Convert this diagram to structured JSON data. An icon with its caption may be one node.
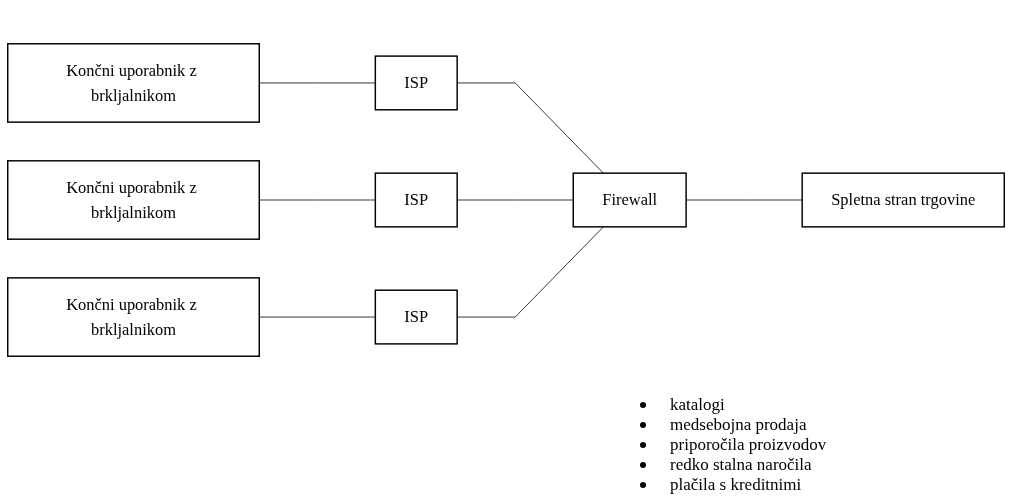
{
  "diagram": {
    "nodes": [
      {
        "text": [
          "Končni uporabnik z brkljalnikom"
        ]
      },
      {
        "text": [
          "Končni uporabnik z brkljalnikom"
        ]
      },
      {
        "text": [
          "Končni uporabnik z brkljalnikom"
        ]
      },
      {
        "text": [
          "ISP"
        ]
      },
      {
        "text": [
          "ISP"
        ]
      },
      {
        "text": [
          "ISP"
        ]
      },
      {
        "text": [
          "Firewall"
        ]
      },
      {
        "text": [
          "Spletna stran trgovine"
        ]
      }
    ],
    "edges": [
      {
        "from": 0,
        "to": 3,
        "arrow": "none"
      },
      {
        "from": 1,
        "to": 4,
        "arrow": "none"
      },
      {
        "from": 2,
        "to": 5,
        "arrow": "none"
      },
      {
        "from": 3,
        "to": 6,
        "arrow": "none"
      },
      {
        "from": 4,
        "to": 6,
        "arrow": "none"
      },
      {
        "from": 5,
        "to": 6,
        "arrow": "none"
      },
      {
        "from": 6,
        "to": 7,
        "arrow": "none"
      }
    ],
    "labels": [
      "katalogi",
      "medsebojna prodaja",
      "priporočila proizvodov",
      "redko stalna naročila",
      "plačila s kreditnimi"
    ]
  }
}
